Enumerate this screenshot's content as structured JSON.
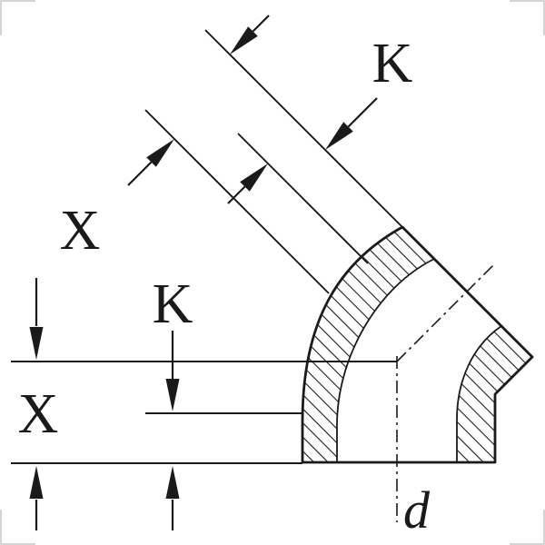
{
  "drawing": {
    "type": "technical-diagram",
    "subject": "45-degree pipe elbow fitting cross-section with dimension lines",
    "labels": {
      "dim_diagonal_k": "K",
      "dim_diagonal_x": "X",
      "dim_vertical_k": "K",
      "dim_vertical_x": "X",
      "diameter": "d"
    },
    "colors": {
      "ink": "#1a1a1a",
      "background": "#ffffff",
      "corner_marks": "#d4d4d4"
    }
  }
}
